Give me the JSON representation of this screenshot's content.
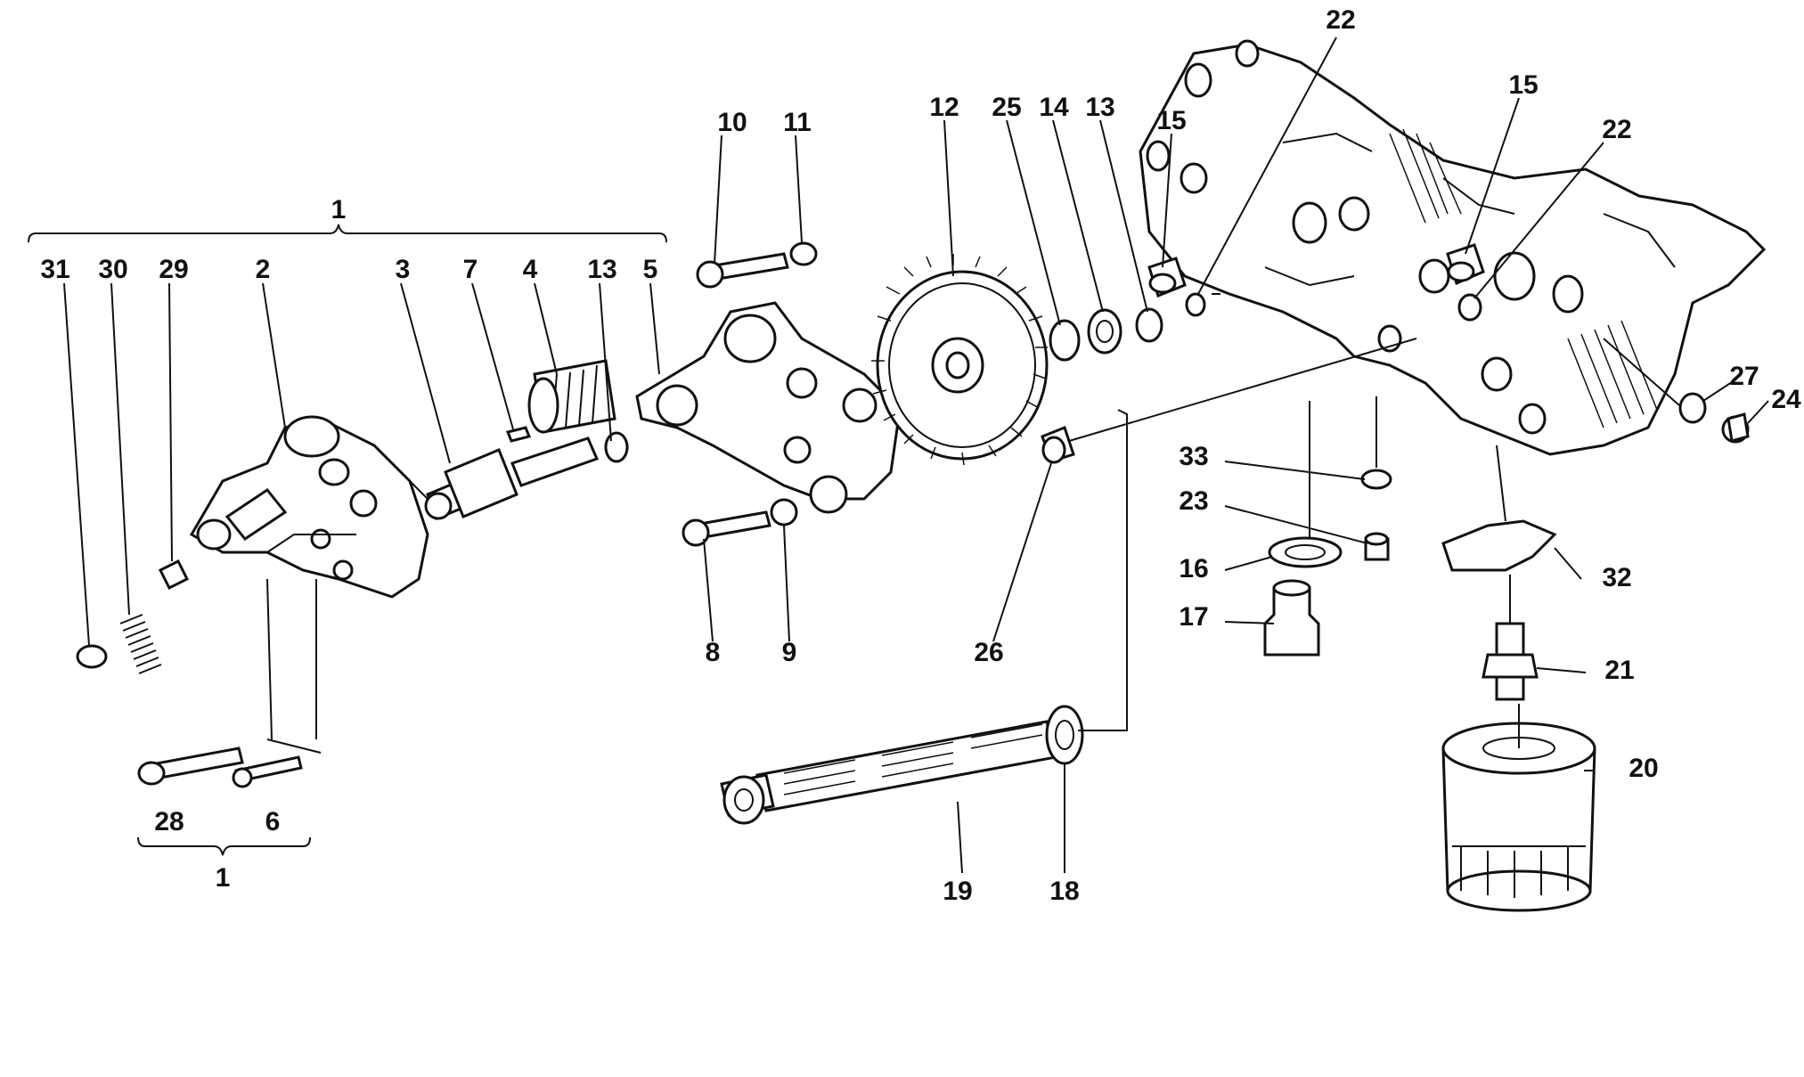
{
  "labels": {
    "p1a": "1",
    "p1b": "1",
    "p2": "2",
    "p3": "3",
    "p4": "4",
    "p5": "5",
    "p6": "6",
    "p7": "7",
    "p8": "8",
    "p9": "9",
    "p10": "10",
    "p11": "11",
    "p12": "12",
    "p13a": "13",
    "p13b": "13",
    "p14": "14",
    "p15a": "15",
    "p15b": "15",
    "p16": "16",
    "p17": "17",
    "p18": "18",
    "p19": "19",
    "p20": "20",
    "p21": "21",
    "p22a": "22",
    "p22b": "22",
    "p23": "23",
    "p24": "24",
    "p25": "25",
    "p26": "26",
    "p27": "27",
    "p28": "28",
    "p29": "29",
    "p30": "30",
    "p31": "31",
    "p32": "32",
    "p33": "33"
  },
  "icons": {
    "crankcase": "engine-crankcase-icon",
    "pump_body": "oil-pump-body-icon",
    "drive_gear": "pump-drive-gear-icon",
    "filter": "oil-filter-cartridge-icon",
    "mesh_filter": "mesh-oil-strainer-icon"
  },
  "colors": {
    "ink": "#111111",
    "paper": "#ffffff"
  }
}
